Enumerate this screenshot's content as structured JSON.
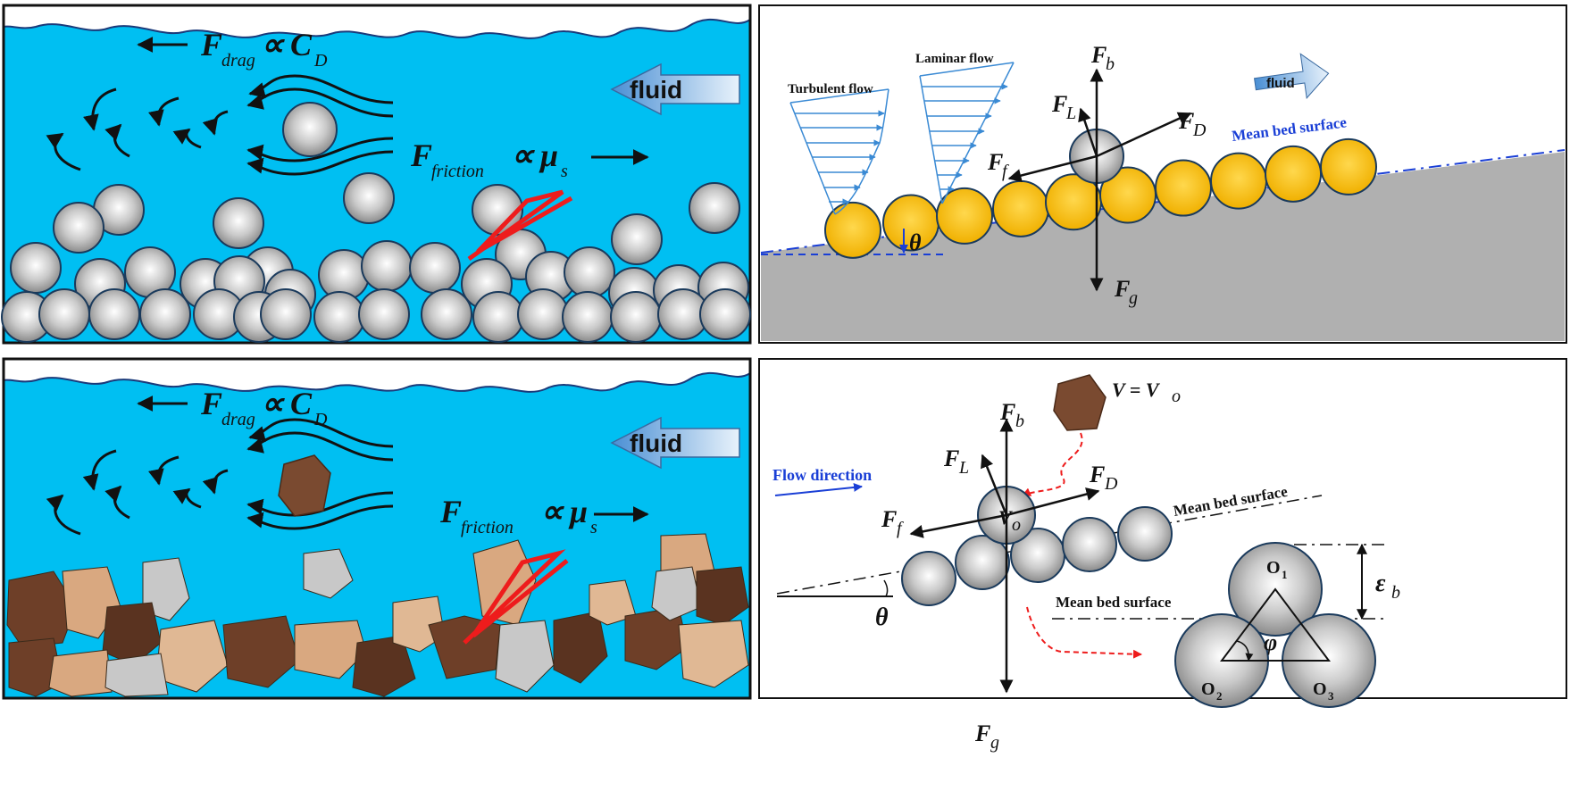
{
  "panel_a": {
    "drag_symbol": "F",
    "drag_subscript": "drag",
    "proportional": "∝",
    "drag_coeff": "C",
    "drag_coeff_sub": "D",
    "fluid_label": "fluid",
    "friction_symbol": "F",
    "friction_subscript": "friction",
    "friction_coeff": "μ",
    "friction_coeff_sub": "s"
  },
  "panel_b": {
    "turbulent_label": "Turbulent flow",
    "laminar_label": "Laminar flow",
    "fluid_label": "fluid",
    "mean_bed_label": "Mean bed surface",
    "fb": "F",
    "fb_sub": "b",
    "fl": "F",
    "fl_sub": "L",
    "fd": "F",
    "fd_sub": "D",
    "ff": "F",
    "ff_sub": "f",
    "fg": "F",
    "fg_sub": "g",
    "theta": "θ"
  },
  "panel_c": {
    "drag_symbol": "F",
    "drag_subscript": "drag",
    "proportional": "∝",
    "drag_coeff": "C",
    "drag_coeff_sub": "D",
    "fluid_label": "fluid",
    "friction_symbol": "F",
    "friction_subscript": "friction",
    "friction_coeff": "μ",
    "friction_coeff_sub": "s"
  },
  "panel_d": {
    "velocity_label": "V = V",
    "velocity_sub": "o",
    "flow_direction": "Flow direction",
    "mean_bed_label_top": "Mean bed surface",
    "mean_bed_label_bottom": "Mean bed surface",
    "fb": "F",
    "fb_sub": "b",
    "fl": "F",
    "fl_sub": "L",
    "fd": "F",
    "fd_sub": "D",
    "ff": "F",
    "ff_sub": "f",
    "fg": "F",
    "fg_sub": "g",
    "vo": "V",
    "vo_sub": "o",
    "theta": "θ",
    "phi": "φ",
    "epsilon": "ε",
    "epsilon_sub": "b",
    "o1": "O",
    "o1_sub": "1",
    "o2": "O",
    "o2_sub": "2",
    "o3": "O",
    "o3_sub": "3"
  },
  "colors": {
    "water": "#00bff2",
    "grain_gray": "#c8c8c8",
    "grain_orange": "#f5b800",
    "bed_gray": "#b0b0b0",
    "arrow_red": "#ee1c1c",
    "label_blue": "#1a3fd6"
  }
}
